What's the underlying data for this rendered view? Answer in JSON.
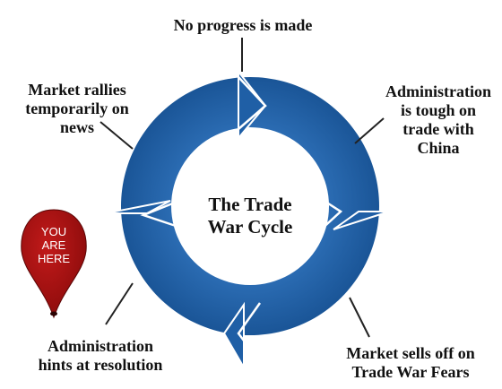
{
  "diagram": {
    "center_label": "The Trade\nWar Cycle",
    "steps": [
      {
        "id": "top",
        "label": "No progress is made"
      },
      {
        "id": "right",
        "label": "Administration\nis tough on\ntrade with\nChina"
      },
      {
        "id": "bottom-right",
        "label": "Market sells off on\nTrade War Fears"
      },
      {
        "id": "bottom-left",
        "label": "Administration\nhints at resolution"
      },
      {
        "id": "top-left",
        "label": "Market rallies\ntemporarily on\nnews"
      }
    ],
    "marker_label": "YOU\nARE\nHERE",
    "colors": {
      "ring": "#1f5fa6",
      "ring_highlight": "#4f8dd0",
      "marker": "#a01010",
      "text": "#111111",
      "connector": "#222222"
    }
  }
}
